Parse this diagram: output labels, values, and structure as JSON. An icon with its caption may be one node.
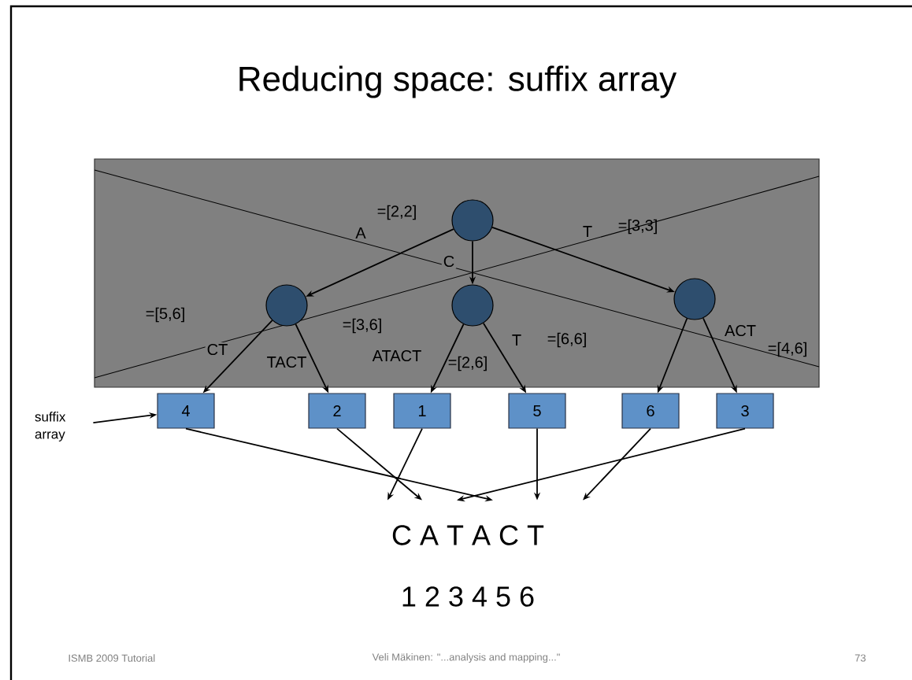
{
  "diagram": {
    "title": "Reducing space: suffix array",
    "nodes": [
      {
        "text": [],
        "shape": "circle"
      },
      {
        "text": [],
        "shape": "circle"
      },
      {
        "text": [],
        "shape": "circle"
      },
      {
        "text": [],
        "shape": "circle"
      },
      {
        "text": [
          "4"
        ]
      },
      {
        "text": [
          "2"
        ]
      },
      {
        "text": [
          "1"
        ]
      },
      {
        "text": [
          "5"
        ]
      },
      {
        "text": [
          "6"
        ]
      },
      {
        "text": [
          "3"
        ]
      },
      {
        "text": [
          "suffix array"
        ]
      },
      {
        "text": [
          "C A T A C T"
        ]
      }
    ],
    "edges": [
      {
        "from": 0,
        "to": 1,
        "arrow": "to",
        "label": "A"
      },
      {
        "from": 0,
        "to": 2,
        "arrow": "to",
        "label": "C"
      },
      {
        "from": 0,
        "to": 3,
        "arrow": "to",
        "label": "T"
      },
      {
        "from": 1,
        "to": 4,
        "arrow": "to",
        "label": "CT"
      },
      {
        "from": 1,
        "to": 5,
        "arrow": "to",
        "label": "TACT"
      },
      {
        "from": 2,
        "to": 6,
        "arrow": "to",
        "label": "ATACT"
      },
      {
        "from": 2,
        "to": 7,
        "arrow": "to",
        "label": "T"
      },
      {
        "from": 3,
        "to": 8,
        "arrow": "to"
      },
      {
        "from": 3,
        "to": 9,
        "arrow": "to",
        "label": "ACT"
      },
      {
        "from": 10,
        "to": 4,
        "arrow": "to"
      },
      {
        "from": 4,
        "to": 11,
        "arrow": "to"
      },
      {
        "from": 5,
        "to": 11,
        "arrow": "to"
      },
      {
        "from": 6,
        "to": 11,
        "arrow": "to"
      },
      {
        "from": 7,
        "to": 11,
        "arrow": "to"
      },
      {
        "from": 8,
        "to": 11,
        "arrow": "to"
      },
      {
        "from": 9,
        "to": 11,
        "arrow": "to"
      }
    ],
    "labels": [
      "=[2,2]",
      "=[3,3]",
      "=[5,6]",
      "=[3,6]",
      "=[6,6]",
      "=[4,6]",
      "=[2,6]",
      "1 2 3 4 5 6",
      "ISMB 2009 Tutorial",
      "Veli Mäkinen: \"...analysis and mapping...\"",
      "73"
    ]
  }
}
